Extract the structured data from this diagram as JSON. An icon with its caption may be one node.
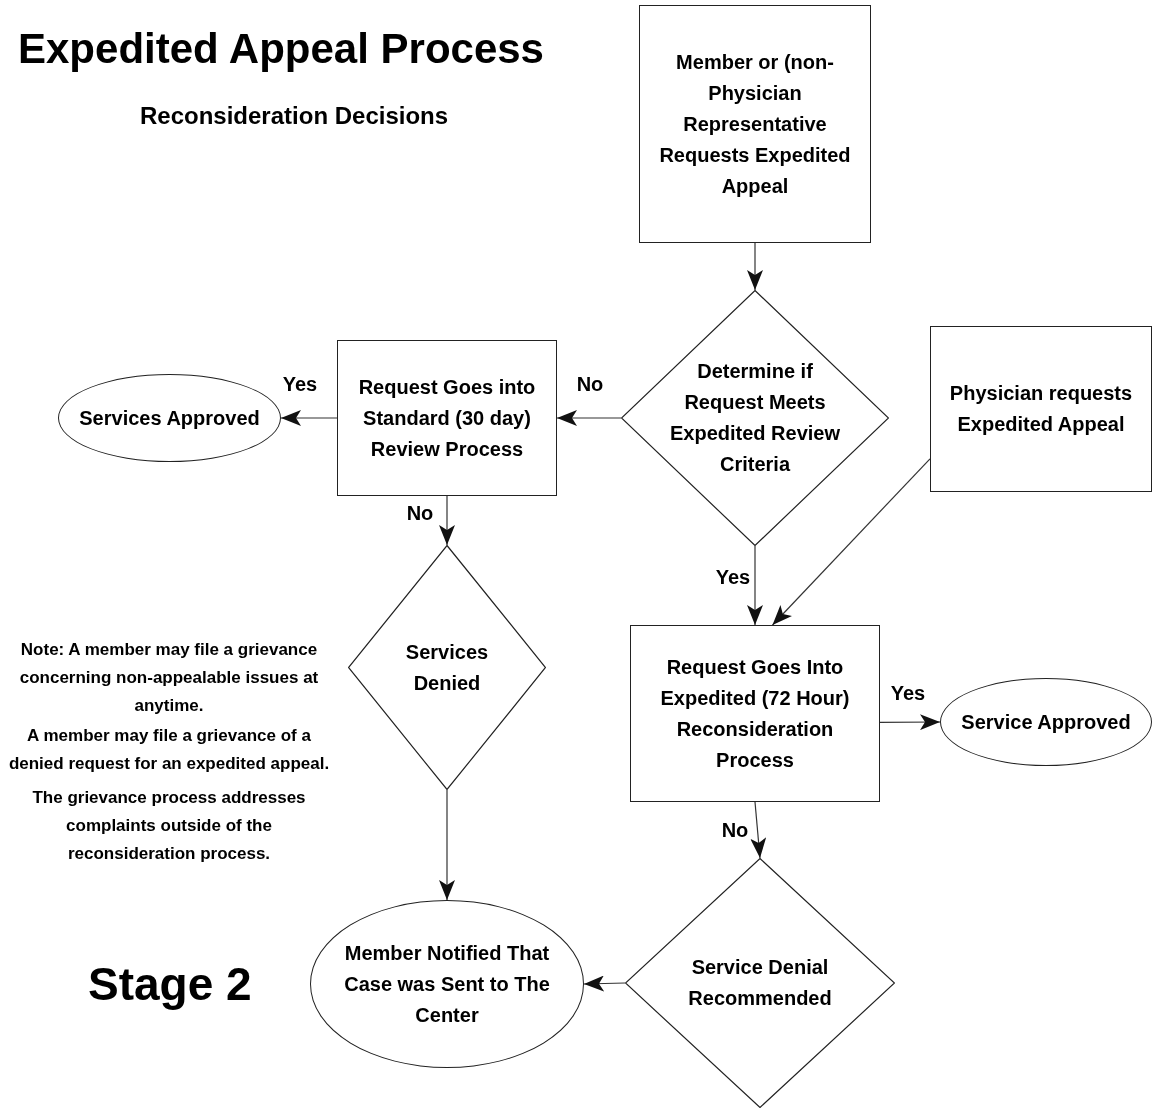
{
  "diagram": {
    "title": "Expedited Appeal Process",
    "nodes": [
      {
        "text": [
          "Member or (non-Physician Representative Requests Expedited Appeal"
        ]
      },
      {
        "text": [
          "Determine if Request Meets Expedited Review Criteria"
        ]
      },
      {
        "text": [
          "Request Goes into Standard (30 day) Review Process"
        ]
      },
      {
        "text": [
          "Services Approved"
        ]
      },
      {
        "text": [
          "Physician requests Expedited Appeal"
        ]
      },
      {
        "text": [
          "Services Denied"
        ]
      },
      {
        "text": [
          "Request Goes Into Expedited (72 Hour) Reconsideration Process"
        ]
      },
      {
        "text": [
          "Service Approved"
        ]
      },
      {
        "text": [
          "Member Notified That Case was Sent to The Center"
        ]
      },
      {
        "text": [
          "Service Denial Recommended"
        ]
      }
    ],
    "edges": [
      {
        "from": 0,
        "to": 1,
        "arrow": "to"
      },
      {
        "from": 1,
        "to": 2,
        "label": "No",
        "arrow": "to"
      },
      {
        "from": 2,
        "to": 3,
        "label": "Yes",
        "arrow": "to"
      },
      {
        "from": 2,
        "to": 5,
        "label": "No",
        "arrow": "to"
      },
      {
        "from": 1,
        "to": 6,
        "label": "Yes",
        "arrow": "to"
      },
      {
        "from": 4,
        "to": 6,
        "arrow": "to"
      },
      {
        "from": 6,
        "to": 7,
        "label": "Yes",
        "arrow": "to"
      },
      {
        "from": 6,
        "to": 9,
        "label": "No",
        "arrow": "to"
      },
      {
        "from": 5,
        "to": 8,
        "arrow": "to"
      },
      {
        "from": 9,
        "to": 8,
        "arrow": "to"
      }
    ],
    "labels": [
      "Reconsideration Decisions",
      "Note: A member may file a grievance concerning non-appealable issues at anytime.",
      "A member may file a grievance of a denied request for an expedited appeal.",
      "The grievance process addresses complaints outside of the reconsideration process.",
      "Stage 2"
    ]
  }
}
